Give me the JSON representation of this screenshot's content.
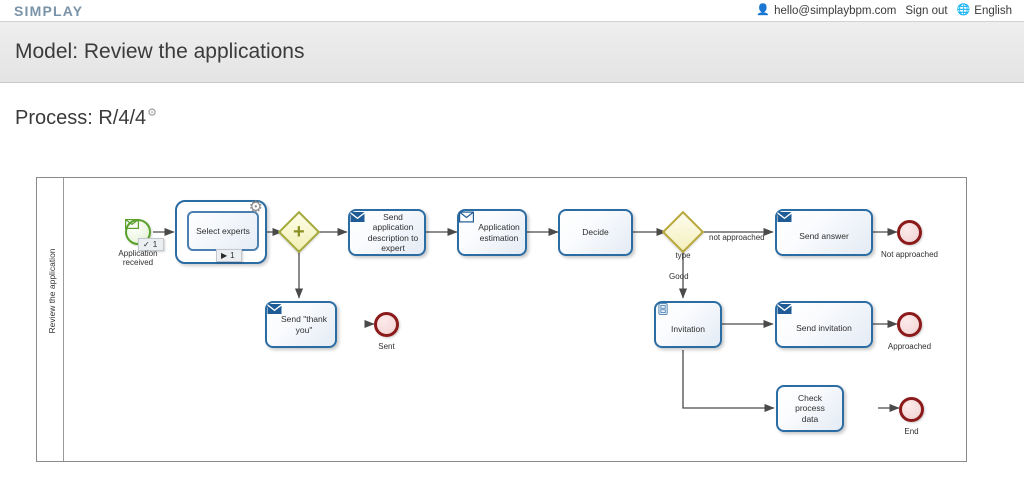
{
  "topbar": {
    "brand": "SIMPLAY",
    "user_icon": "user-icon",
    "user_email": "hello@simplaybpm.com",
    "sign_out": "Sign out",
    "globe_icon": "globe-icon",
    "language": "English"
  },
  "model": {
    "title": "Model: Review the applications"
  },
  "process": {
    "title": "Process: R/4/4",
    "settings_icon": "gear-icon"
  },
  "diagram": {
    "lane_label": "Review the application",
    "nodes": {
      "start": {
        "label": "Application\nreceived",
        "badge": "1",
        "badge_icon": "check-icon",
        "icon": "message-icon"
      },
      "select_experts": {
        "label": "Select experts",
        "badge": "1",
        "badge_icon": "play-icon",
        "gear_icon": "gear-icon"
      },
      "gateway_parallel": {
        "symbol": "+"
      },
      "send_description": {
        "label": "Send application description to expert",
        "icon": "envelope-filled-icon"
      },
      "application_estimation": {
        "label": "Application estimation",
        "icon": "envelope-outline-icon"
      },
      "decide": {
        "label": "Decide"
      },
      "gateway_type": {
        "label": "type"
      },
      "send_answer": {
        "label": "Send answer",
        "icon": "envelope-filled-icon"
      },
      "not_approached_end": {
        "label": "Not approached"
      },
      "send_thank_you": {
        "label": "Send \"thank you\"",
        "icon": "envelope-filled-icon"
      },
      "sent_end": {
        "label": "Sent"
      },
      "invitation": {
        "label": "Invitation",
        "icon": "manual-task-icon"
      },
      "send_invitation": {
        "label": "Send invitation",
        "icon": "envelope-filled-icon"
      },
      "approached_end": {
        "label": "Approached"
      },
      "check_process_data": {
        "label": "Check process data"
      },
      "end_event": {
        "label": "End"
      }
    },
    "flow_labels": {
      "not_approached": "not approached",
      "good": "Good"
    }
  },
  "colors": {
    "brand": "#7a93a8",
    "task_border": "#2b6ca3",
    "start_event": "#5aa02c",
    "end_event": "#8b1a1a",
    "gateway": "#a6a93c"
  }
}
